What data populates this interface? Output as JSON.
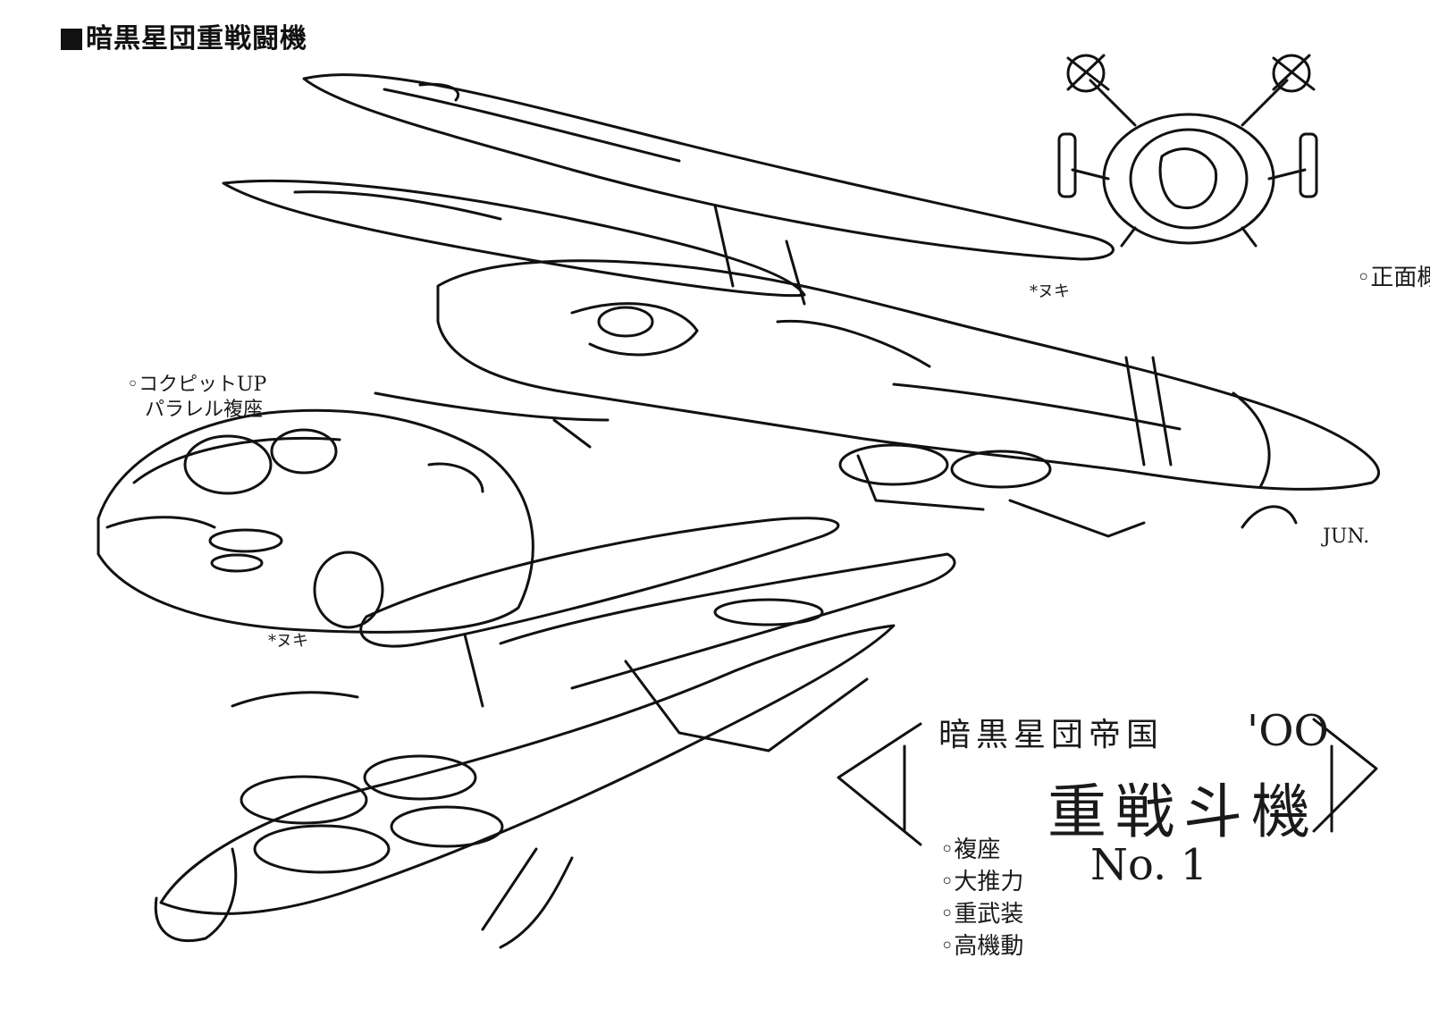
{
  "title": "暗黒星団重戦闘機",
  "notes": {
    "front_concept": "◦正面概念",
    "cockpit_line1": "◦コクピットUP",
    "cockpit_line2": "パラレル複座",
    "nuki_top": "*ヌキ",
    "nuki_bottom": "*ヌキ",
    "signature": "JUN.",
    "empire": "暗黒星団帝国",
    "oo": "'OO",
    "heavy_fighter": "重戦斗機",
    "number": "No. 1"
  },
  "specs": [
    "◦複座",
    "◦大推力",
    "◦重武装",
    "◦高機動"
  ],
  "colors": {
    "ink": "#111111",
    "paper": "#ffffff"
  }
}
